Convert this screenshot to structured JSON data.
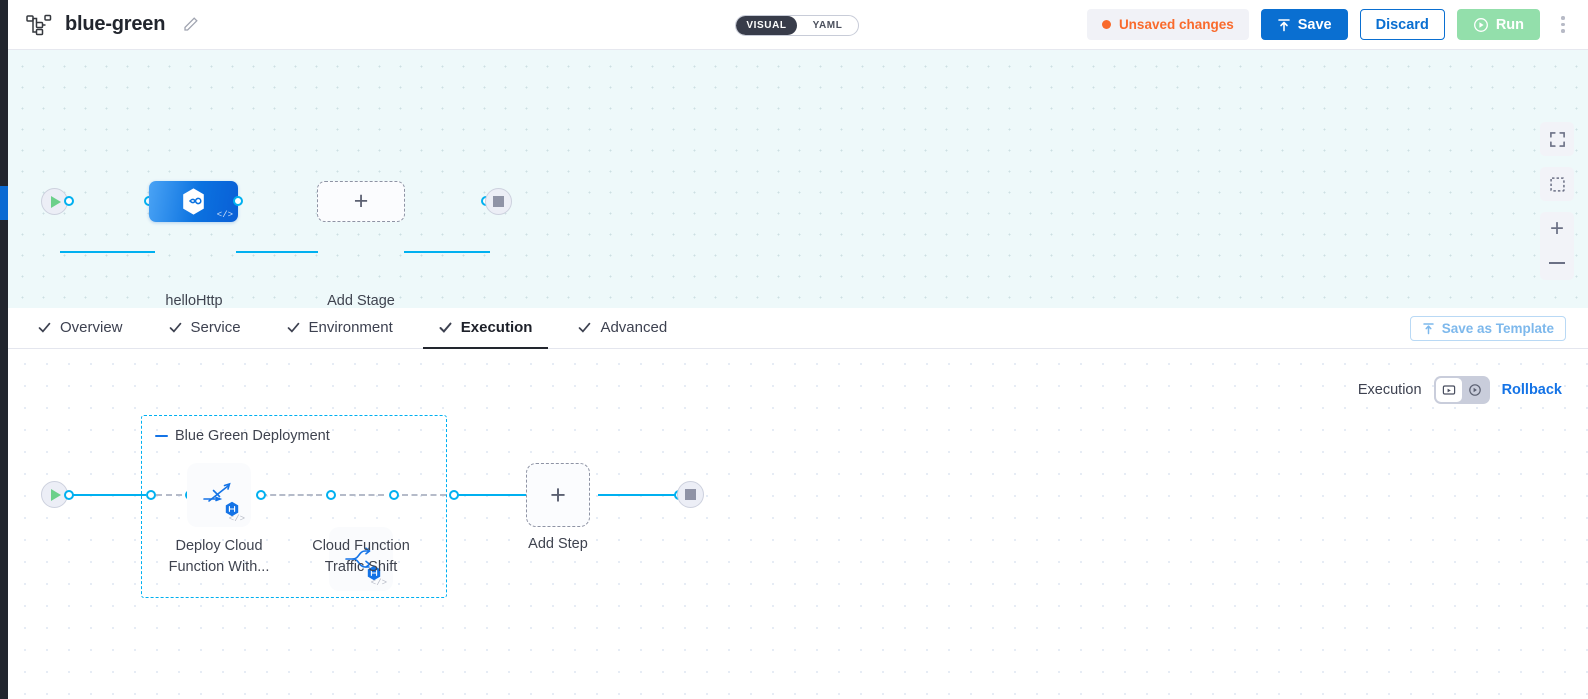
{
  "header": {
    "pipeline_icon": "pipeline-icon",
    "title": "blue-green",
    "edit_icon": "pencil-icon",
    "view_toggle": {
      "visual": "VISUAL",
      "yaml": "YAML",
      "selected": "VISUAL"
    },
    "unsaved": {
      "label": "Unsaved changes",
      "dot_color": "#f96a2c",
      "text_color": "#f96a2c"
    },
    "save_label": "Save",
    "discard_label": "Discard",
    "run_label": "Run",
    "more_icon": "kebab-menu-icon"
  },
  "top_canvas": {
    "start_icon": "play-start-icon",
    "end_icon": "stop-end-icon",
    "stage": {
      "caption": "helloHttp",
      "icon": "hexagon-link-icon",
      "code_badge": "</>"
    },
    "add_stage": {
      "label": "Add Stage",
      "plus": "+"
    },
    "controls": [
      {
        "name": "fit-screen-icon"
      },
      {
        "name": "select-area-icon"
      },
      {
        "name": "zoom-in-icon",
        "glyph": "+"
      },
      {
        "name": "zoom-out-icon",
        "glyph": "−"
      }
    ]
  },
  "tabs": {
    "items": [
      {
        "label": "Overview",
        "checked": true,
        "active": false
      },
      {
        "label": "Service",
        "checked": true,
        "active": false
      },
      {
        "label": "Environment",
        "checked": true,
        "active": false
      },
      {
        "label": "Execution",
        "checked": true,
        "active": true
      },
      {
        "label": "Advanced",
        "checked": true,
        "active": false
      }
    ],
    "save_as_template": "Save as Template"
  },
  "bottom_canvas": {
    "exec_label": "Execution",
    "mode_toggle": {
      "options": [
        {
          "name": "execution-mode-icon",
          "selected": true
        },
        {
          "name": "rollback-mode-icon",
          "selected": false
        }
      ]
    },
    "rollback_link": "Rollback",
    "group": {
      "label": "Blue Green Deployment"
    },
    "start_icon": "play-start-icon",
    "end_icon": "stop-end-icon",
    "steps": [
      {
        "caption": "Deploy Cloud\nFunction With...",
        "icon": "deploy-function-icon",
        "badge": "hexagon-badge-icon",
        "code_badge": "</>"
      },
      {
        "caption": "Cloud Function\nTraffic Shift",
        "icon": "traffic-shift-icon",
        "badge": "hexagon-badge-icon",
        "code_badge": "</>"
      }
    ],
    "add_step": {
      "label": "Add Step",
      "plus": "+"
    }
  },
  "colors": {
    "accent_blue": "#0a6fd1",
    "edge_cyan": "#00b0f0",
    "run_green": "#93dfab",
    "warn_orange": "#f96a2c",
    "rail_dark": "#22262e"
  }
}
